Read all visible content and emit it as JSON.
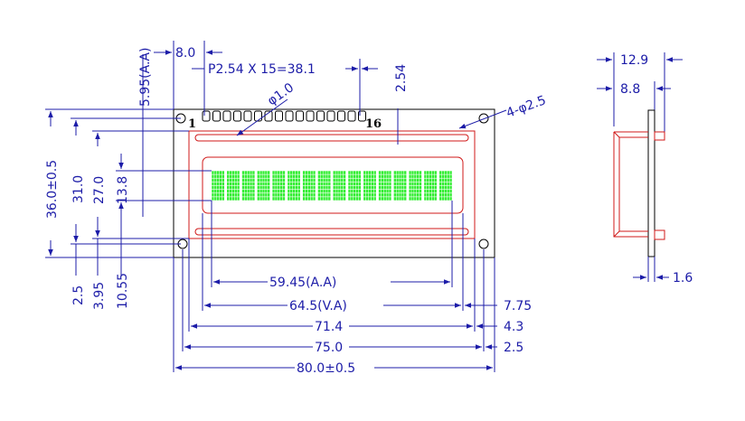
{
  "colors": {
    "dimension": "#1c1ca8",
    "outline": "#000000",
    "bezel": "#d01818",
    "characters": "#33ee33"
  },
  "pin_labels": {
    "first": "1",
    "last": "16"
  },
  "char_grid": {
    "cols": 16,
    "rows": 1
  },
  "dimensions": {
    "pin_pitch": "P2.54 X 15=38.1",
    "pin_offset": "8.0",
    "pin_hole": "φ1.0",
    "pin_row_from_top": "2.54",
    "aa_top": "5.95(A.A)",
    "mount_holes": "4-φ2.5",
    "height_total": "36.0±0.5",
    "height_31": "31.0",
    "height_27": "27.0",
    "height_138": "13.8",
    "bottom_25": "2.5",
    "bottom_395": "3.95",
    "bottom_1055": "10.55",
    "width_aa": "59.45(A.A)",
    "width_va": "64.5(V.A)",
    "width_714": "71.4",
    "width_75": "75.0",
    "width_total": "80.0±0.5",
    "right_775": "7.75",
    "right_43": "4.3",
    "right_25": "2.5",
    "side_129": "12.9",
    "side_88": "8.8",
    "side_16": "1.6"
  }
}
